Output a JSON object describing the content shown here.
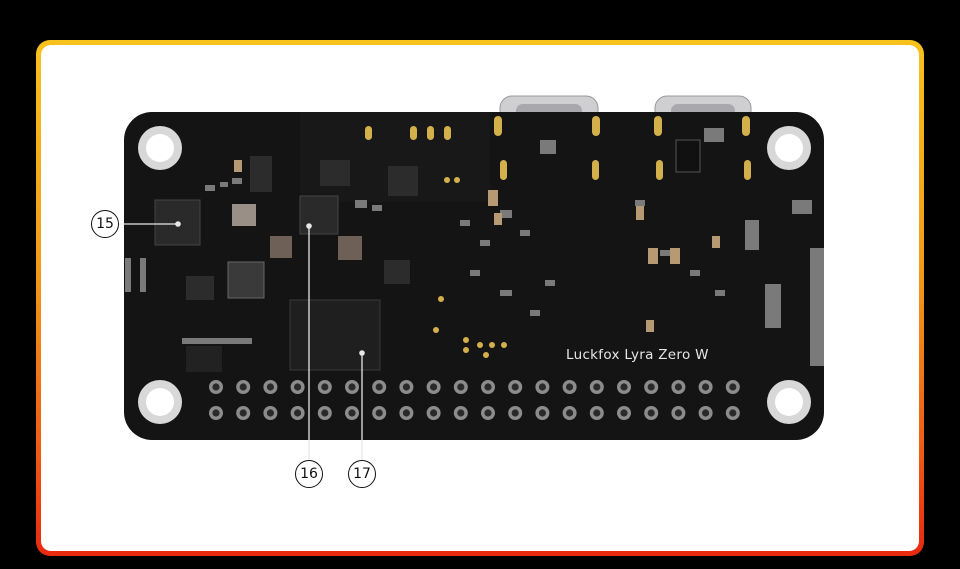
{
  "board": {
    "silkscreen_label": "Luckfox Lyra Zero W"
  },
  "callouts": [
    {
      "label": "15"
    },
    {
      "label": "16"
    },
    {
      "label": "17"
    }
  ],
  "colors": {
    "frame_top": "#f7c21e",
    "frame_bottom": "#e8290f",
    "pcb": "#141414",
    "gold_pad": "#d4b04c"
  }
}
